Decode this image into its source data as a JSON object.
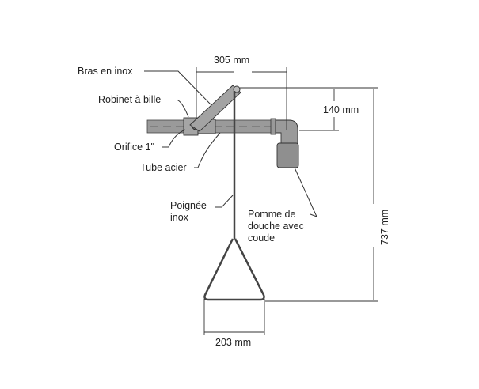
{
  "labels": {
    "arm": "Bras en inox",
    "valve": "Robinet à bille",
    "orifice": "Orifice 1\"",
    "tube": "Tube acier",
    "handle_1": "Poignée",
    "handle_2": "inox",
    "head_1": "Pomme de",
    "head_2": "douche avec",
    "head_3": "coude"
  },
  "dimensions": {
    "width_arm": "305 mm",
    "height_arm": "140 mm",
    "height_total": "737 mm",
    "handle_width": "203 mm"
  },
  "colors": {
    "pipe": "#9a9a9a",
    "outline": "#333333"
  }
}
